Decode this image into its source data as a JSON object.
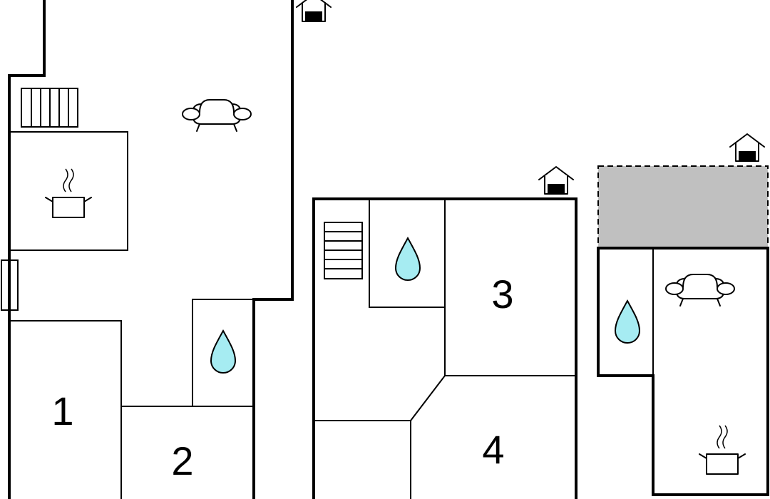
{
  "rooms": [
    {
      "id": "1",
      "label": "1"
    },
    {
      "id": "2",
      "label": "2"
    },
    {
      "id": "3",
      "label": "3"
    },
    {
      "id": "4",
      "label": "4"
    }
  ],
  "icons": {
    "bathroom": "water-drop-icon",
    "kitchen": "cooking-pot-icon",
    "living": "sofa-icon",
    "entrance": "house-entrance-icon",
    "stairs": "stairs-icon"
  },
  "colors": {
    "wall": "#000000",
    "water": "#a6ecf2",
    "terrace": "#c0c0c0",
    "background": "#ffffff"
  }
}
